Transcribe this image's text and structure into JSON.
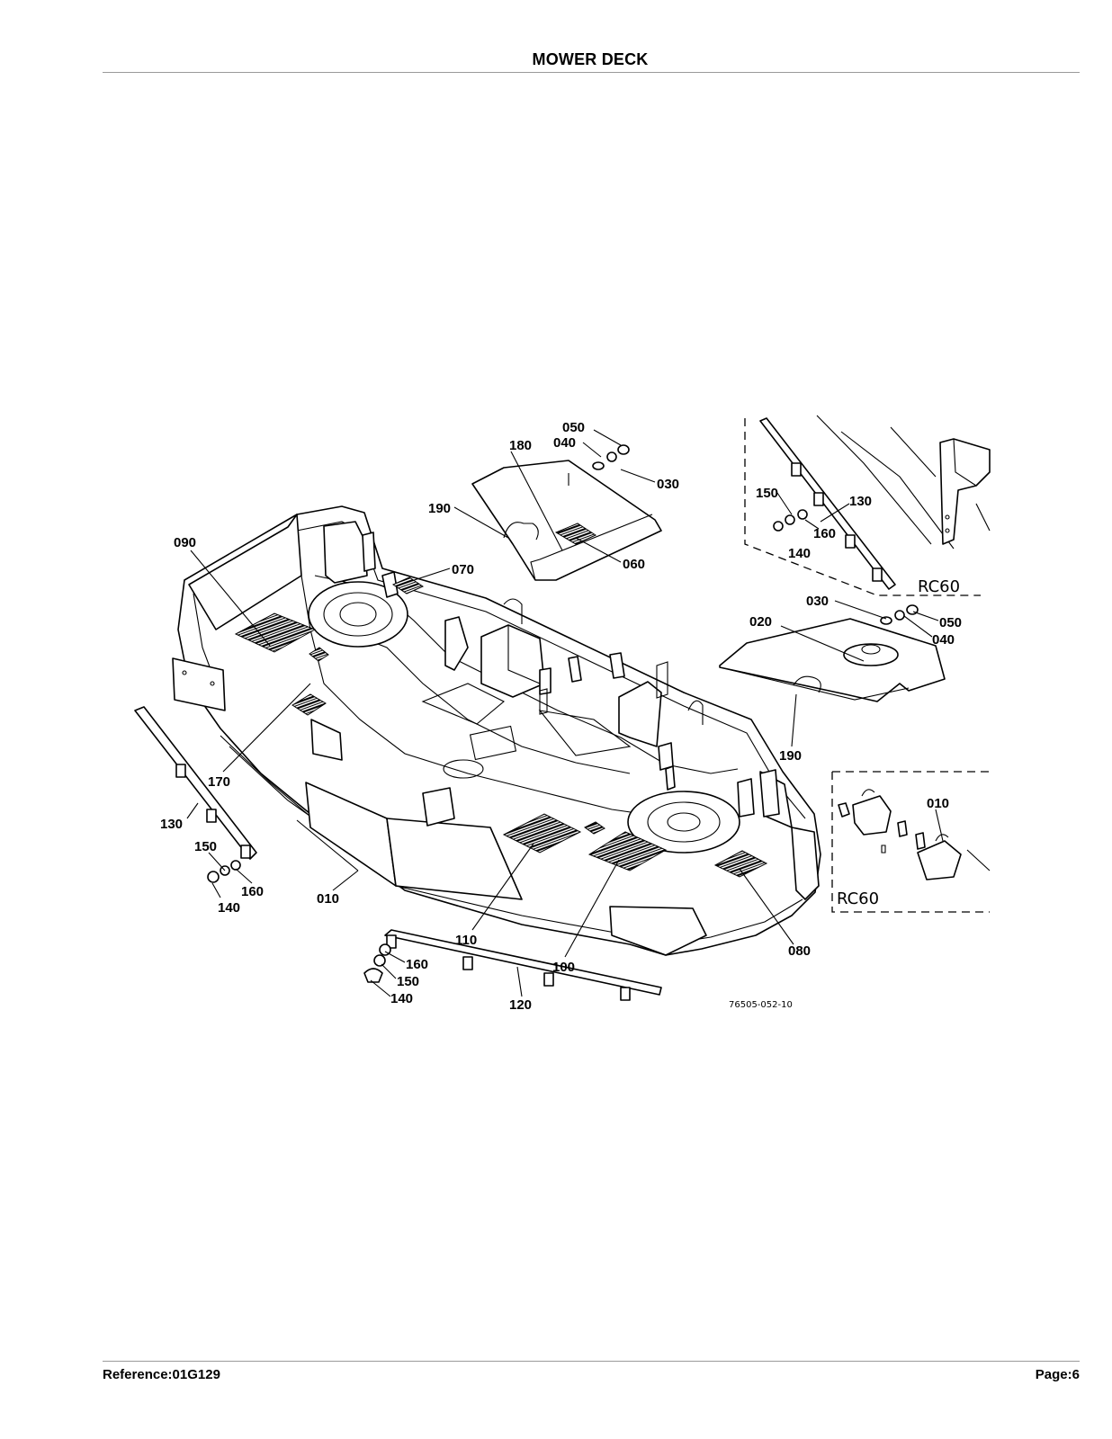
{
  "header": {
    "title": "MOWER DECK"
  },
  "footer": {
    "reference": "Reference:01G129",
    "page": "Page:6"
  },
  "diagram": {
    "drawing_code": "76505-052-10",
    "insets": [
      {
        "label": "RC60"
      },
      {
        "label": "RC60"
      }
    ],
    "callouts": [
      {
        "id": "c050a",
        "text": "050"
      },
      {
        "id": "c040a",
        "text": "040"
      },
      {
        "id": "c180",
        "text": "180"
      },
      {
        "id": "c030a",
        "text": "030"
      },
      {
        "id": "c190a",
        "text": "190"
      },
      {
        "id": "c090",
        "text": "090"
      },
      {
        "id": "c070",
        "text": "070"
      },
      {
        "id": "c060",
        "text": "060"
      },
      {
        "id": "c150a",
        "text": "150"
      },
      {
        "id": "c130a",
        "text": "130"
      },
      {
        "id": "c160a",
        "text": "160"
      },
      {
        "id": "c140a",
        "text": "140"
      },
      {
        "id": "c030b",
        "text": "030"
      },
      {
        "id": "c050b",
        "text": "050"
      },
      {
        "id": "c020",
        "text": "020"
      },
      {
        "id": "c040b",
        "text": "040"
      },
      {
        "id": "c190b",
        "text": "190"
      },
      {
        "id": "c170",
        "text": "170"
      },
      {
        "id": "c010a",
        "text": "010"
      },
      {
        "id": "c130b",
        "text": "130"
      },
      {
        "id": "c150b",
        "text": "150"
      },
      {
        "id": "c160b",
        "text": "160"
      },
      {
        "id": "c140b",
        "text": "140"
      },
      {
        "id": "c010b",
        "text": "010"
      },
      {
        "id": "c110",
        "text": "110"
      },
      {
        "id": "c100",
        "text": "100"
      },
      {
        "id": "c080",
        "text": "080"
      },
      {
        "id": "c160c",
        "text": "160"
      },
      {
        "id": "c150c",
        "text": "150"
      },
      {
        "id": "c140c",
        "text": "140"
      },
      {
        "id": "c120",
        "text": "120"
      }
    ]
  }
}
